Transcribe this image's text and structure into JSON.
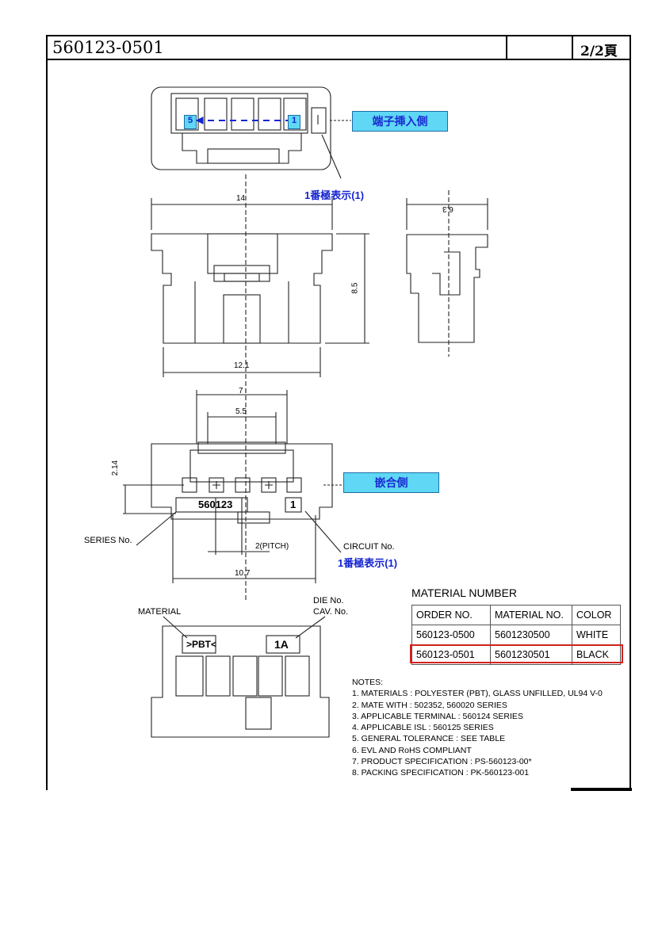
{
  "header": {
    "part_number": "560123-0501",
    "page": "2/2頁"
  },
  "drawing": {
    "callout_insert_side": "端子挿入側",
    "callout_mating_side": "嵌合側",
    "pin1_mark_top": "1番極表示(1)",
    "pin1_mark_bottom": "1番極表示(1)",
    "cavity_num_left": "5",
    "cavity_num_right": "1",
    "series_label_text": "560123",
    "circuit_no_text": "1",
    "material_mark": ">PBT<",
    "cavity_mark": "1A",
    "dims": {
      "d14": "14",
      "d63": "6.3",
      "d85": "8.5",
      "d121": "12.1",
      "d7": "7",
      "d55": "5.5",
      "d214": "2.14",
      "pitch": "2(PITCH)",
      "d107": "10.7"
    },
    "labels": {
      "series_no": "SERIES No.",
      "circuit_no": "CIRCUIT No.",
      "material": "MATERIAL",
      "die_no": "DIE No.",
      "cav_no": "CAV. No."
    }
  },
  "material_number": {
    "title": "MATERIAL NUMBER",
    "headers": [
      "ORDER NO.",
      "MATERIAL NO.",
      "COLOR"
    ],
    "rows": [
      [
        "560123-0500",
        "5601230500",
        "WHITE"
      ],
      [
        "560123-0501",
        "5601230501",
        "BLACK"
      ]
    ]
  },
  "notes": {
    "title": "NOTES:",
    "items": [
      "1. MATERIALS : POLYESTER (PBT), GLASS UNFILLED, UL94 V-0",
      "2. MATE WITH : 502352, 560020 SERIES",
      "3. APPLICABLE TERMINAL : 560124 SERIES",
      "4. APPLICABLE ISL : 560125 SERIES",
      "5. GENERAL TOLERANCE : SEE TABLE",
      "6. EVL AND RoHS COMPLIANT",
      "7. PRODUCT SPECIFICATION : PS-560123-00*",
      "8. PACKING SPECIFICATION : PK-560123-001"
    ]
  },
  "colors": {
    "callout_fill": "#5fd7f5",
    "callout_text": "#1a2bd0",
    "highlight": "#d0221e"
  }
}
